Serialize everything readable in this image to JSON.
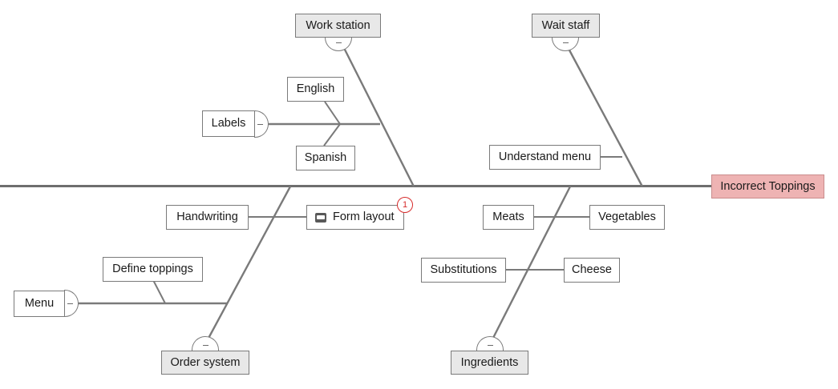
{
  "diagram": {
    "type": "fishbone-ishikawa",
    "effect": {
      "label": "Incorrect Toppings",
      "fill": "#eeb3b3",
      "border": "#c98c8c"
    },
    "spine_color": "#6e6e6e",
    "bone_color": "#7a7a7a",
    "category_fill": "#e8e8e8",
    "categories": [
      {
        "id": "work-station",
        "label": "Work station",
        "position": "top-left",
        "collapse_handle": "minus",
        "causes": [
          {
            "label": "Labels",
            "collapse_handle": "minus",
            "sub_causes": [
              {
                "label": "English"
              },
              {
                "label": "Spanish"
              }
            ]
          }
        ]
      },
      {
        "id": "wait-staff",
        "label": "Wait staff",
        "position": "top-right",
        "collapse_handle": "minus",
        "causes": [
          {
            "label": "Understand menu"
          }
        ]
      },
      {
        "id": "order-system",
        "label": "Order system",
        "position": "bottom-left",
        "collapse_handle": "minus",
        "causes": [
          {
            "label": "Handwriting",
            "linked_to": "Form layout"
          },
          {
            "label": "Form layout",
            "icon": "note-icon",
            "comment_badge": "1"
          },
          {
            "label": "Menu",
            "collapse_handle": "minus",
            "sub_causes": [
              {
                "label": "Define toppings"
              }
            ]
          }
        ]
      },
      {
        "id": "ingredients",
        "label": "Ingredients",
        "position": "bottom-right",
        "collapse_handle": "minus",
        "causes": [
          {
            "label": "Meats",
            "linked_to": "Vegetables"
          },
          {
            "label": "Vegetables"
          },
          {
            "label": "Substitutions",
            "linked_to": "Cheese"
          },
          {
            "label": "Cheese"
          }
        ]
      }
    ]
  }
}
